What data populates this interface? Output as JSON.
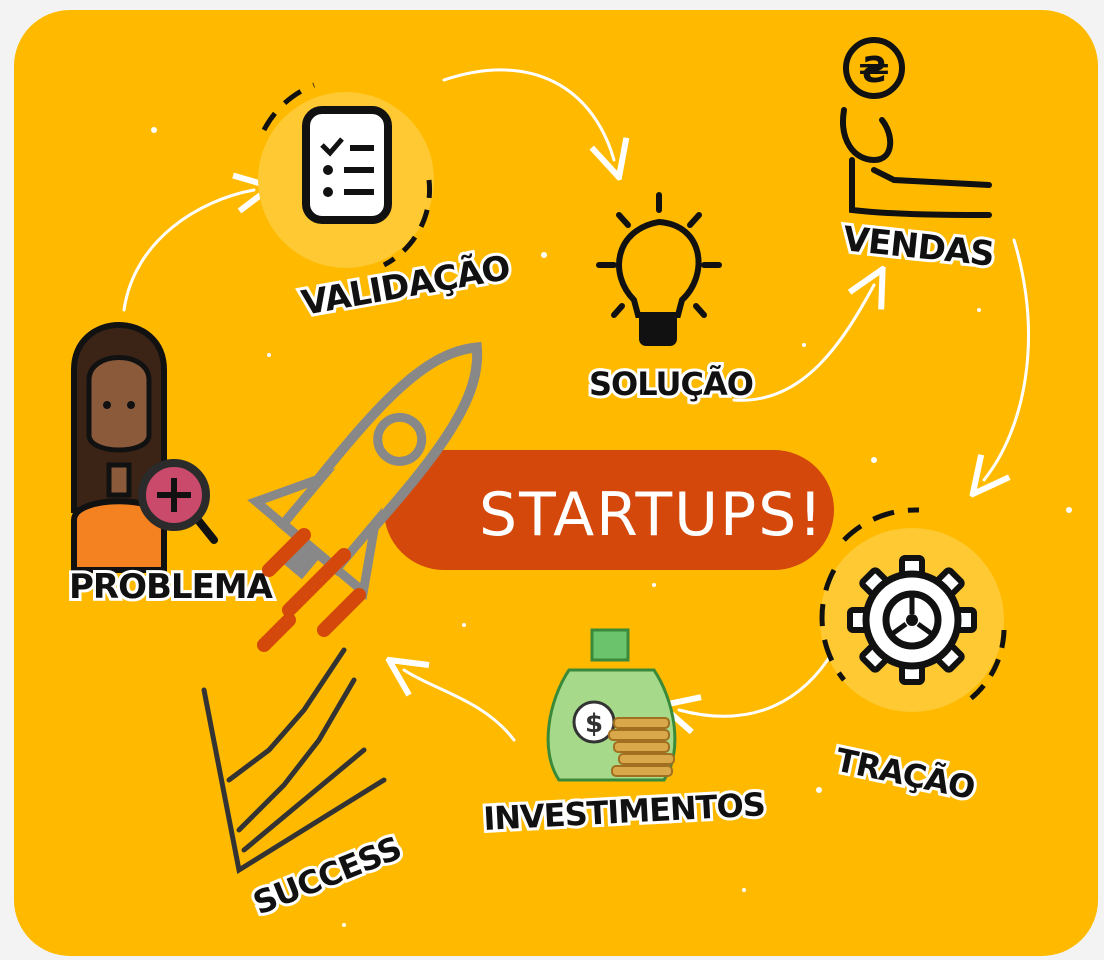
{
  "diagram": {
    "banner": "STARTUPS!",
    "steps": {
      "problema": "PROBLEMA",
      "validacao": "VALIDAÇÃO",
      "solucao": "SOLUÇÃO",
      "vendas": "VENDAS",
      "tracao": "TRAÇÃO",
      "investimentos": "INVESTIMENTOS",
      "success": "SUCCESS"
    }
  },
  "colors": {
    "background": "#ffba00",
    "banner": "#d4480b",
    "ink": "#111111",
    "circle": "#ffc933"
  }
}
